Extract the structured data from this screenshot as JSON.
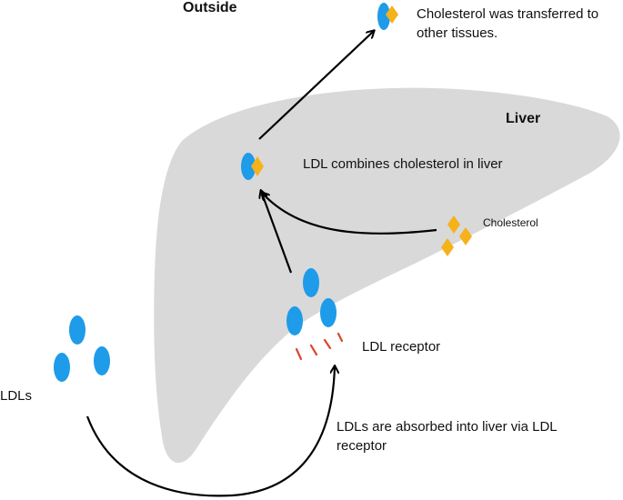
{
  "labels": {
    "outside": "Outside",
    "liver": "Liver",
    "transferred": "Cholesterol was transferred to other tissues.",
    "combines": "LDL combines cholesterol in liver",
    "cholesterol": "Cholesterol",
    "receptor": "LDL receptor",
    "ldls": "LDLs",
    "absorbed": "LDLs are absorbed into liver via LDL receptor"
  },
  "colors": {
    "liver": "#d9d9d9",
    "ldl": "#1e9be9",
    "cholesterol": "#f5b21a",
    "receptor": "#d9472b",
    "arrow": "#000000"
  }
}
